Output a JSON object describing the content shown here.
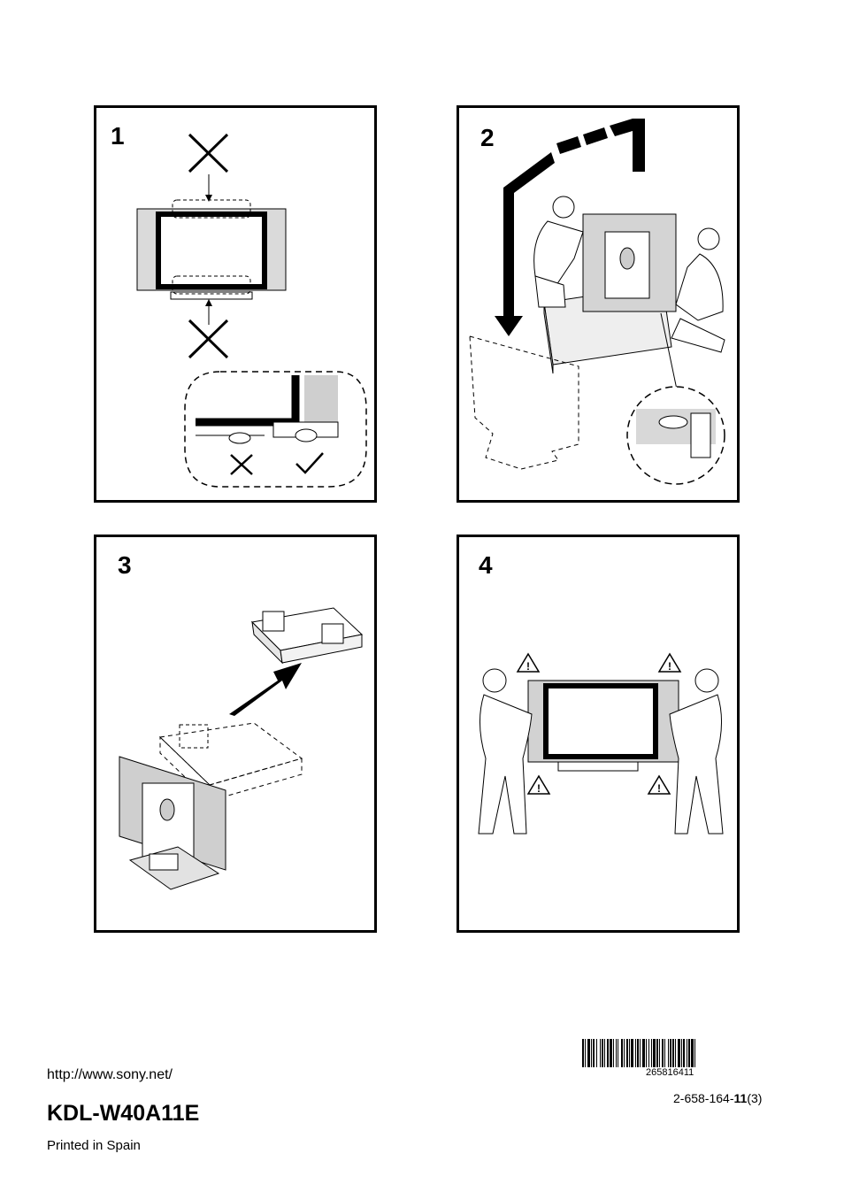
{
  "panels": [
    {
      "number": "1"
    },
    {
      "number": "2"
    },
    {
      "number": "3"
    },
    {
      "number": "4"
    }
  ],
  "footer": {
    "url": "http://www.sony.net/",
    "model": "KDL-W40A11E",
    "printed": "Printed in Spain",
    "barcode_number": "265816411",
    "part_number_prefix": "2-658-164-",
    "part_number_bold": "11",
    "part_number_suffix": "(3)"
  },
  "icons": [
    "x-mark-icon",
    "check-mark-icon",
    "warning-triangle-icon",
    "arrow-icon"
  ]
}
